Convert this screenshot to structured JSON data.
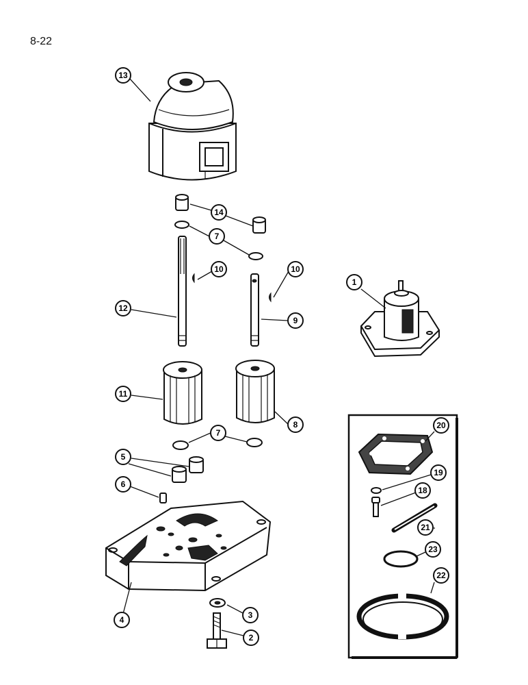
{
  "page": {
    "number": "8-22"
  },
  "callouts": [
    "1",
    "2",
    "3",
    "4",
    "5",
    "6",
    "7",
    "7",
    "8",
    "9",
    "10",
    "10",
    "11",
    "12",
    "13",
    "14",
    "18",
    "19",
    "20",
    "21",
    "22",
    "23"
  ],
  "parts": [
    {
      "name": "pump-assembly",
      "label": "1"
    },
    {
      "name": "bolt",
      "label": "2"
    },
    {
      "name": "washer",
      "label": "3"
    },
    {
      "name": "pump-cover-plate",
      "label": "4"
    },
    {
      "name": "bushings-lower",
      "label": "5"
    },
    {
      "name": "dowel-pin",
      "label": "6"
    },
    {
      "name": "snap-rings",
      "label": "7"
    },
    {
      "name": "driven-gear",
      "label": "8"
    },
    {
      "name": "driven-shaft",
      "label": "9"
    },
    {
      "name": "woodruff-key",
      "label": "10"
    },
    {
      "name": "drive-gear",
      "label": "11"
    },
    {
      "name": "drive-shaft",
      "label": "12"
    },
    {
      "name": "pump-body",
      "label": "13"
    },
    {
      "name": "bushings-upper",
      "label": "14"
    },
    {
      "name": "bolt-small",
      "label": "18"
    },
    {
      "name": "lock-washer",
      "label": "19"
    },
    {
      "name": "gasket",
      "label": "20"
    },
    {
      "name": "tube",
      "label": "21"
    },
    {
      "name": "seal-ring-large",
      "label": "22"
    },
    {
      "name": "o-ring",
      "label": "23"
    }
  ]
}
